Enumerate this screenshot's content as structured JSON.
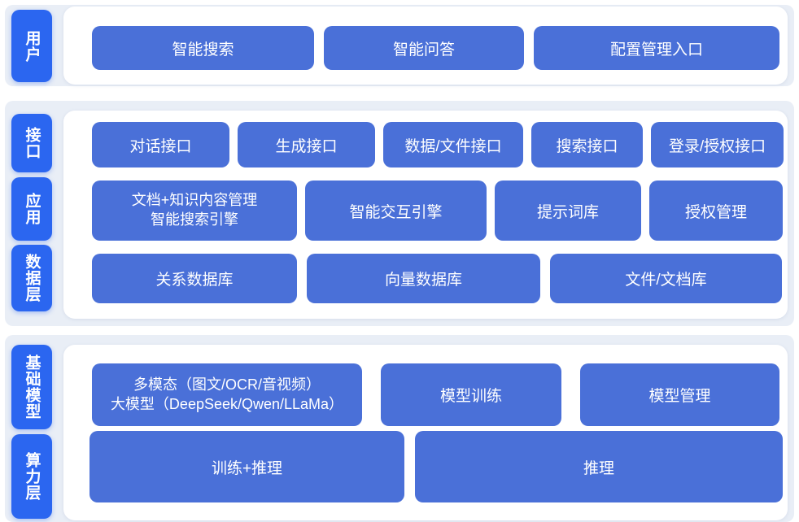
{
  "colors": {
    "tab_blue": "#2b66f0",
    "button_blue": "#4a70d8",
    "band_background": "#e9eef6",
    "panel_background": "#ffffff",
    "text_on_blue": "#ffffff",
    "page_background": "#ffffff"
  },
  "bands": [
    {
      "tabs": [
        {
          "label": "用户"
        }
      ],
      "rows": [
        {
          "buttons": [
            {
              "label": "智能搜索"
            },
            {
              "label": "智能问答"
            },
            {
              "label": "配置管理入口"
            }
          ]
        }
      ]
    },
    {
      "tabs": [
        {
          "label": "接口"
        },
        {
          "label": "应用"
        },
        {
          "label": "数据层"
        }
      ],
      "rows": [
        {
          "buttons": [
            {
              "label": "对话接口"
            },
            {
              "label": "生成接口"
            },
            {
              "label": "数据/文件接口"
            },
            {
              "label": "搜索接口"
            },
            {
              "label": "登录/授权接口"
            }
          ]
        },
        {
          "buttons": [
            {
              "line1": "文档+知识内容管理",
              "line2": "智能搜索引擎"
            },
            {
              "label": "智能交互引擎"
            },
            {
              "label": "提示词库"
            },
            {
              "label": "授权管理"
            }
          ]
        },
        {
          "buttons": [
            {
              "label": "关系数据库"
            },
            {
              "label": "向量数据库"
            },
            {
              "label": "文件/文档库"
            }
          ]
        }
      ]
    },
    {
      "tabs": [
        {
          "label": "基础模型"
        },
        {
          "label": "算力层"
        }
      ],
      "rows": [
        {
          "buttons": [
            {
              "line1": "多模态（图文/OCR/音视频）",
              "line2": "大模型（DeepSeek/Qwen/LLaMa）"
            },
            {
              "label": "模型训练"
            },
            {
              "label": "模型管理"
            }
          ]
        },
        {
          "buttons": [
            {
              "label": "训练+推理"
            },
            {
              "label": "推理"
            }
          ]
        }
      ]
    }
  ]
}
